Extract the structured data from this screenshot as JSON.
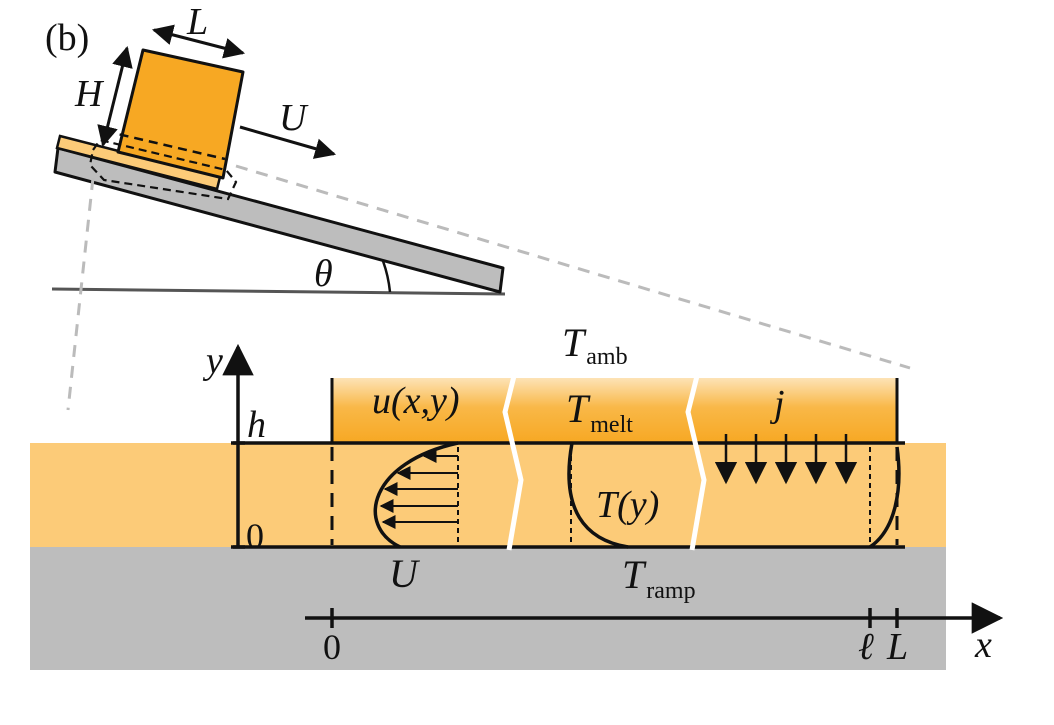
{
  "panel_label": "(b)",
  "block_labels": {
    "length": "L",
    "height": "H",
    "velocity": "U",
    "angle": "θ"
  },
  "temperatures": {
    "ambient": {
      "symbol": "T",
      "subscript": "amb"
    },
    "melt": {
      "symbol": "T",
      "subscript": "melt"
    },
    "ramp": {
      "symbol": "T",
      "subscript": "ramp"
    }
  },
  "film_labels": {
    "velocity_profile": "u(x,y)",
    "temperature_profile": "T(y)",
    "flux": "j",
    "wall_velocity": "U"
  },
  "axes": {
    "y_label": "y",
    "y_ticks": [
      "h",
      "0"
    ],
    "x_label": "x",
    "x_ticks": [
      "0",
      "ℓ",
      "L"
    ]
  },
  "colors": {
    "block_orange": "#f7a823",
    "film_light_orange": "#fccb78",
    "ramp_gray": "#bdbdbd",
    "line_dark": "#111111",
    "guide_gray": "#bbbbbb"
  }
}
